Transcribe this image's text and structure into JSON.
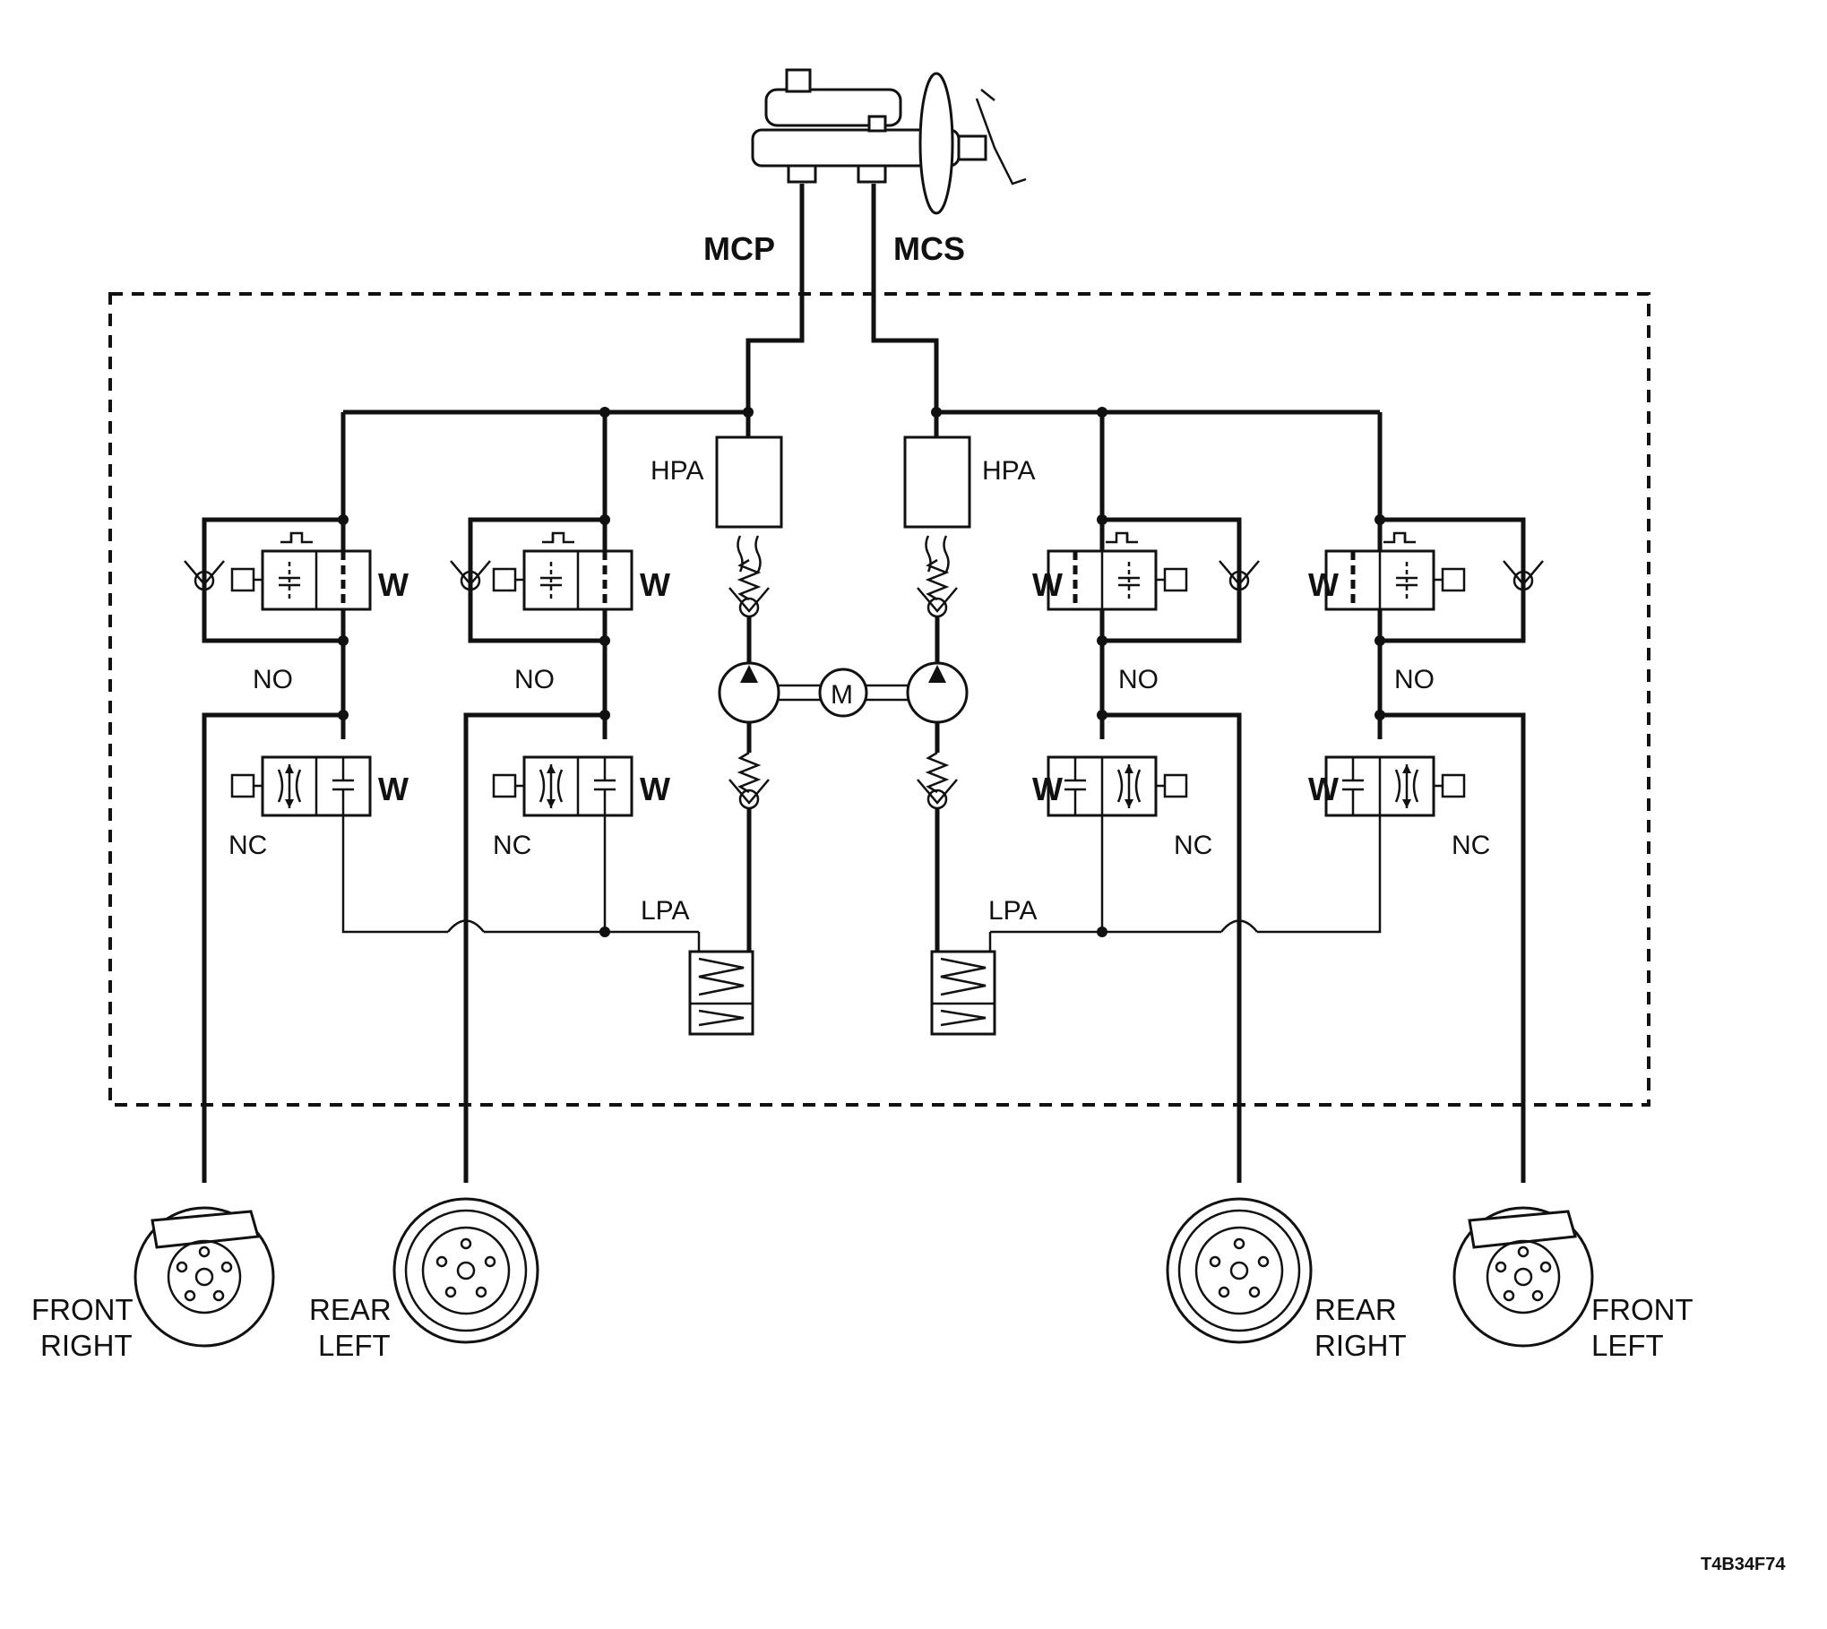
{
  "master_cylinder": {
    "primary_label": "MCP",
    "secondary_label": "MCS"
  },
  "accumulators": {
    "high_pressure_left": "HPA",
    "high_pressure_right": "HPA",
    "low_pressure_left": "LPA",
    "low_pressure_right": "LPA"
  },
  "motor": {
    "label": "M"
  },
  "valves": {
    "inlet": [
      {
        "state": "NO",
        "port": "W"
      },
      {
        "state": "NO",
        "port": "W"
      },
      {
        "state": "NO",
        "port": "W"
      },
      {
        "state": "NO",
        "port": "W"
      }
    ],
    "outlet": [
      {
        "state": "NC",
        "port": "W"
      },
      {
        "state": "NC",
        "port": "W"
      },
      {
        "state": "NC",
        "port": "W"
      },
      {
        "state": "NC",
        "port": "W"
      }
    ]
  },
  "wheels": [
    {
      "line1": "FRONT",
      "line2": "RIGHT"
    },
    {
      "line1": "REAR",
      "line2": "LEFT"
    },
    {
      "line1": "REAR",
      "line2": "RIGHT"
    },
    {
      "line1": "FRONT",
      "line2": "LEFT"
    }
  ],
  "figure_code": "T4B34F74"
}
